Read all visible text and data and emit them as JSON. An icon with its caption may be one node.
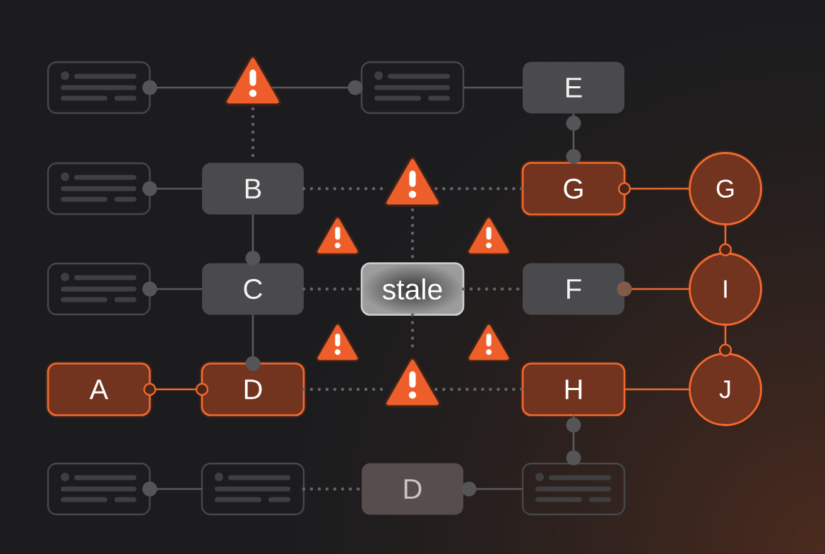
{
  "diagram": {
    "nodes": [
      {
        "text": [],
        "shape": "box"
      },
      {
        "text": [],
        "shape": "triangle"
      },
      {
        "text": [],
        "shape": "box"
      },
      {
        "text": [
          "E"
        ]
      },
      {
        "text": [],
        "shape": "box"
      },
      {
        "text": [
          "B"
        ]
      },
      {
        "text": [],
        "shape": "triangle"
      },
      {
        "text": [
          "G"
        ]
      },
      {
        "text": [
          "G"
        ]
      },
      {
        "text": [],
        "shape": "box"
      },
      {
        "text": [
          "C"
        ]
      },
      {
        "text": [
          "stale"
        ]
      },
      {
        "text": [
          "F"
        ]
      },
      {
        "text": [
          "I"
        ]
      },
      {
        "text": [
          "A"
        ]
      },
      {
        "text": [
          "D"
        ]
      },
      {
        "text": [],
        "shape": "triangle"
      },
      {
        "text": [
          "H"
        ]
      },
      {
        "text": [
          "J"
        ]
      },
      {
        "text": [],
        "shape": "box"
      },
      {
        "text": [],
        "shape": "box"
      },
      {
        "text": [
          "D"
        ]
      },
      {
        "text": [],
        "shape": "box"
      }
    ],
    "edges": [
      {
        "from": 0,
        "to": 1,
        "arrow": "other"
      },
      {
        "from": 1,
        "to": 2,
        "arrow": "other"
      },
      {
        "from": 2,
        "to": 3,
        "arrow": "none"
      },
      {
        "from": 3,
        "to": 7,
        "arrow": "other"
      },
      {
        "from": 1,
        "to": 5,
        "arrow": "none",
        "style": "dashed"
      },
      {
        "from": 4,
        "to": 5,
        "arrow": "other"
      },
      {
        "from": 5,
        "to": 6,
        "arrow": "none",
        "style": "dashed"
      },
      {
        "from": 6,
        "to": 7,
        "arrow": "none",
        "style": "dashed"
      },
      {
        "from": 7,
        "to": 8,
        "arrow": "other",
        "color": "#ee6a30"
      },
      {
        "from": 5,
        "to": 10,
        "arrow": "other"
      },
      {
        "from": 6,
        "to": 11,
        "arrow": "none",
        "style": "dashed"
      },
      {
        "from": 9,
        "to": 10,
        "arrow": "other"
      },
      {
        "from": 10,
        "to": 11,
        "arrow": "none",
        "style": "dashed"
      },
      {
        "from": 11,
        "to": 12,
        "arrow": "none",
        "style": "dashed"
      },
      {
        "from": 12,
        "to": 13,
        "arrow": "other",
        "color": "#ee6a30"
      },
      {
        "from": 8,
        "to": 13,
        "arrow": "other",
        "color": "#ee6a30"
      },
      {
        "from": 10,
        "to": 15,
        "arrow": "other"
      },
      {
        "from": 11,
        "to": 16,
        "arrow": "none",
        "style": "dashed"
      },
      {
        "from": 14,
        "to": 15,
        "arrow": "other",
        "color": "#ee6a30"
      },
      {
        "from": 15,
        "to": 16,
        "arrow": "none",
        "style": "dashed"
      },
      {
        "from": 16,
        "to": 17,
        "arrow": "none",
        "style": "dashed"
      },
      {
        "from": 17,
        "to": 18,
        "arrow": "none",
        "color": "#ee6a30"
      },
      {
        "from": 13,
        "to": 18,
        "arrow": "other",
        "color": "#ee6a30"
      },
      {
        "from": 17,
        "to": 22,
        "arrow": "other"
      },
      {
        "from": 19,
        "to": 20,
        "arrow": "other"
      },
      {
        "from": 20,
        "to": 21,
        "arrow": "none",
        "style": "dashed"
      },
      {
        "from": 21,
        "to": 22,
        "arrow": "other"
      }
    ]
  }
}
